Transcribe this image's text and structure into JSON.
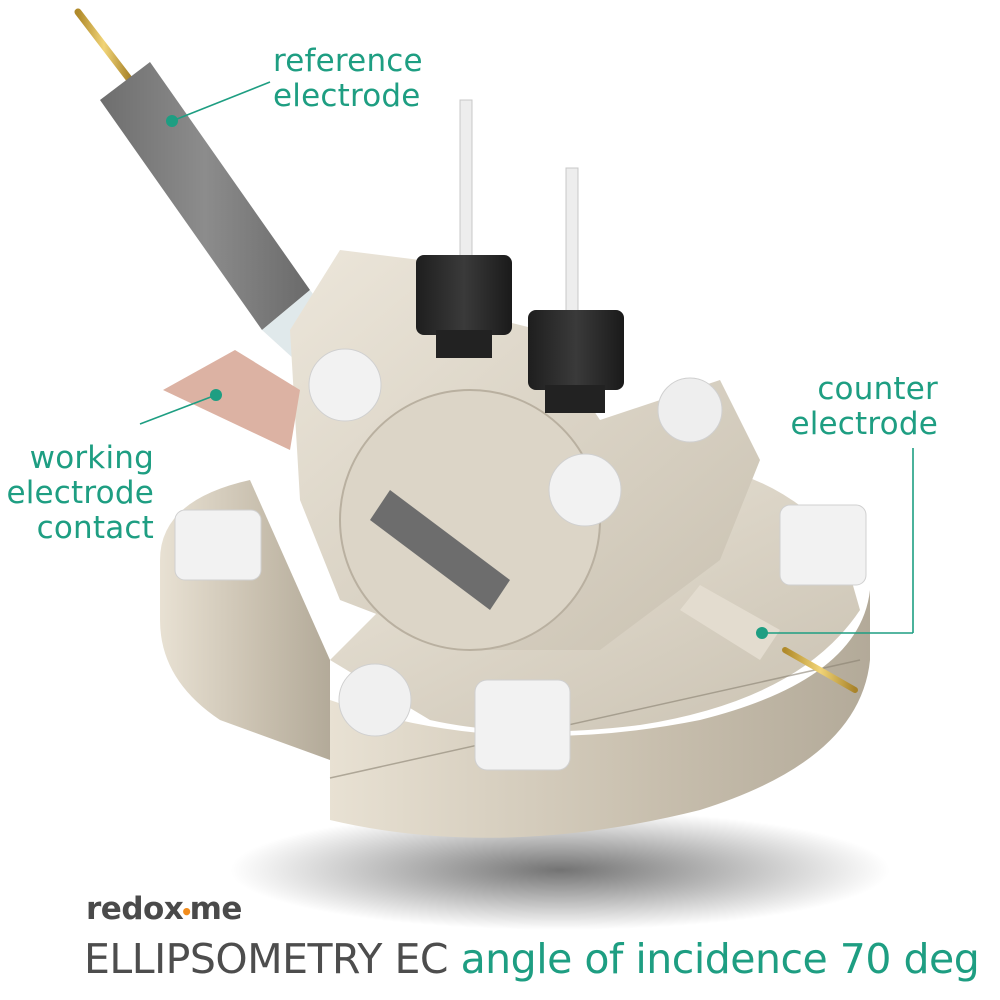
{
  "labels": {
    "reference_electrode": {
      "line1": "reference",
      "line2": "electrode"
    },
    "working_electrode_contact": {
      "line1": "working",
      "line2": "electrode",
      "line3": "contact"
    },
    "counter_electrode": {
      "line1": "counter",
      "line2": "electrode"
    }
  },
  "branding": {
    "logo_part1": "redox",
    "logo_dot": "•",
    "logo_part2": "me"
  },
  "footer": {
    "product_name": "ELLIPSOMETRY EC",
    "description": "angle of incidence 70 deg"
  },
  "colors": {
    "accent": "#1e9e82",
    "logo_gray": "#4a4a4a",
    "logo_dot": "#f28c1c",
    "body_beige": "#d9d2c4",
    "knob_black": "#2a2a2a",
    "screw_white": "#f2f2f2",
    "copper": "#dcb2a3",
    "gold": "#c9a23a",
    "ref_gray": "#7a7a7a"
  }
}
